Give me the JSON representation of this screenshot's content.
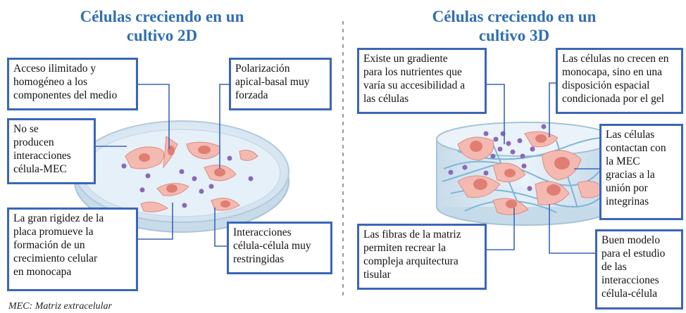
{
  "left": {
    "title_line1": "Células creciendo en un",
    "title_line2": "cultivo 2D",
    "boxes": [
      "Acceso ilimitado y\nhomogéneo a los\ncomponentes del medio",
      "Polarización\napical-basal muy\nforzada",
      "No se\nproducen\ninteracciones\ncélula-MEC",
      "La gran rigidez de la\nplaca promueve la\nformación de un\ncrecimiento celular\nen monocapa",
      "Interacciones\ncélula-célula muy\nrestringidas"
    ]
  },
  "right": {
    "title_line1": "Células creciendo en un",
    "title_line2": "cultivo 3D",
    "boxes": [
      "Existe un gradiente\npara los nutrientes que\nvaría su accesibilidad a\nlas células",
      "Las células no crecen en\nmonocapa, sino en una\ndisposición espacial\ncondicionada por el gel",
      "Las células\ncontactan con\nla MEC\ngracias a la\nunión por\nintegrinas",
      "Las fibras de la matriz\npermiten recrear la\ncompleja arquitectura\ntisular",
      "Buen modelo\npara el estudio\nde las\ninteracciones\ncélula-célula"
    ]
  },
  "footnote": "MEC: Matriz extracelular",
  "colors": {
    "title": "#2f6fb3",
    "box_border": "#3a66b8",
    "leader": "#3a66b8",
    "cell_fill": "#f4b9b0",
    "nucleus": "#e07e74",
    "dot": "#8a68b8",
    "dish": "#d6e6f2",
    "fiber": "#7fb6d6",
    "divider": "#999999"
  }
}
